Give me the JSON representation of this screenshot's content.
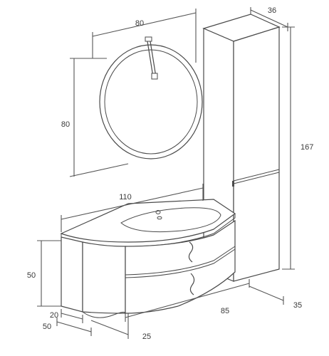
{
  "dimensions": {
    "mirror_width": "80",
    "mirror_height": "80",
    "column_depth": "36",
    "column_height": "167",
    "vanity_width": "110",
    "vanity_height": "50",
    "base_depth_front": "20",
    "base_depth_left": "50",
    "base_offset": "25",
    "cabinet_width": "85",
    "cabinet_depth": "35"
  },
  "colors": {
    "line": "#4a4a4a",
    "label": "#3a3a3a",
    "background": "#ffffff"
  }
}
